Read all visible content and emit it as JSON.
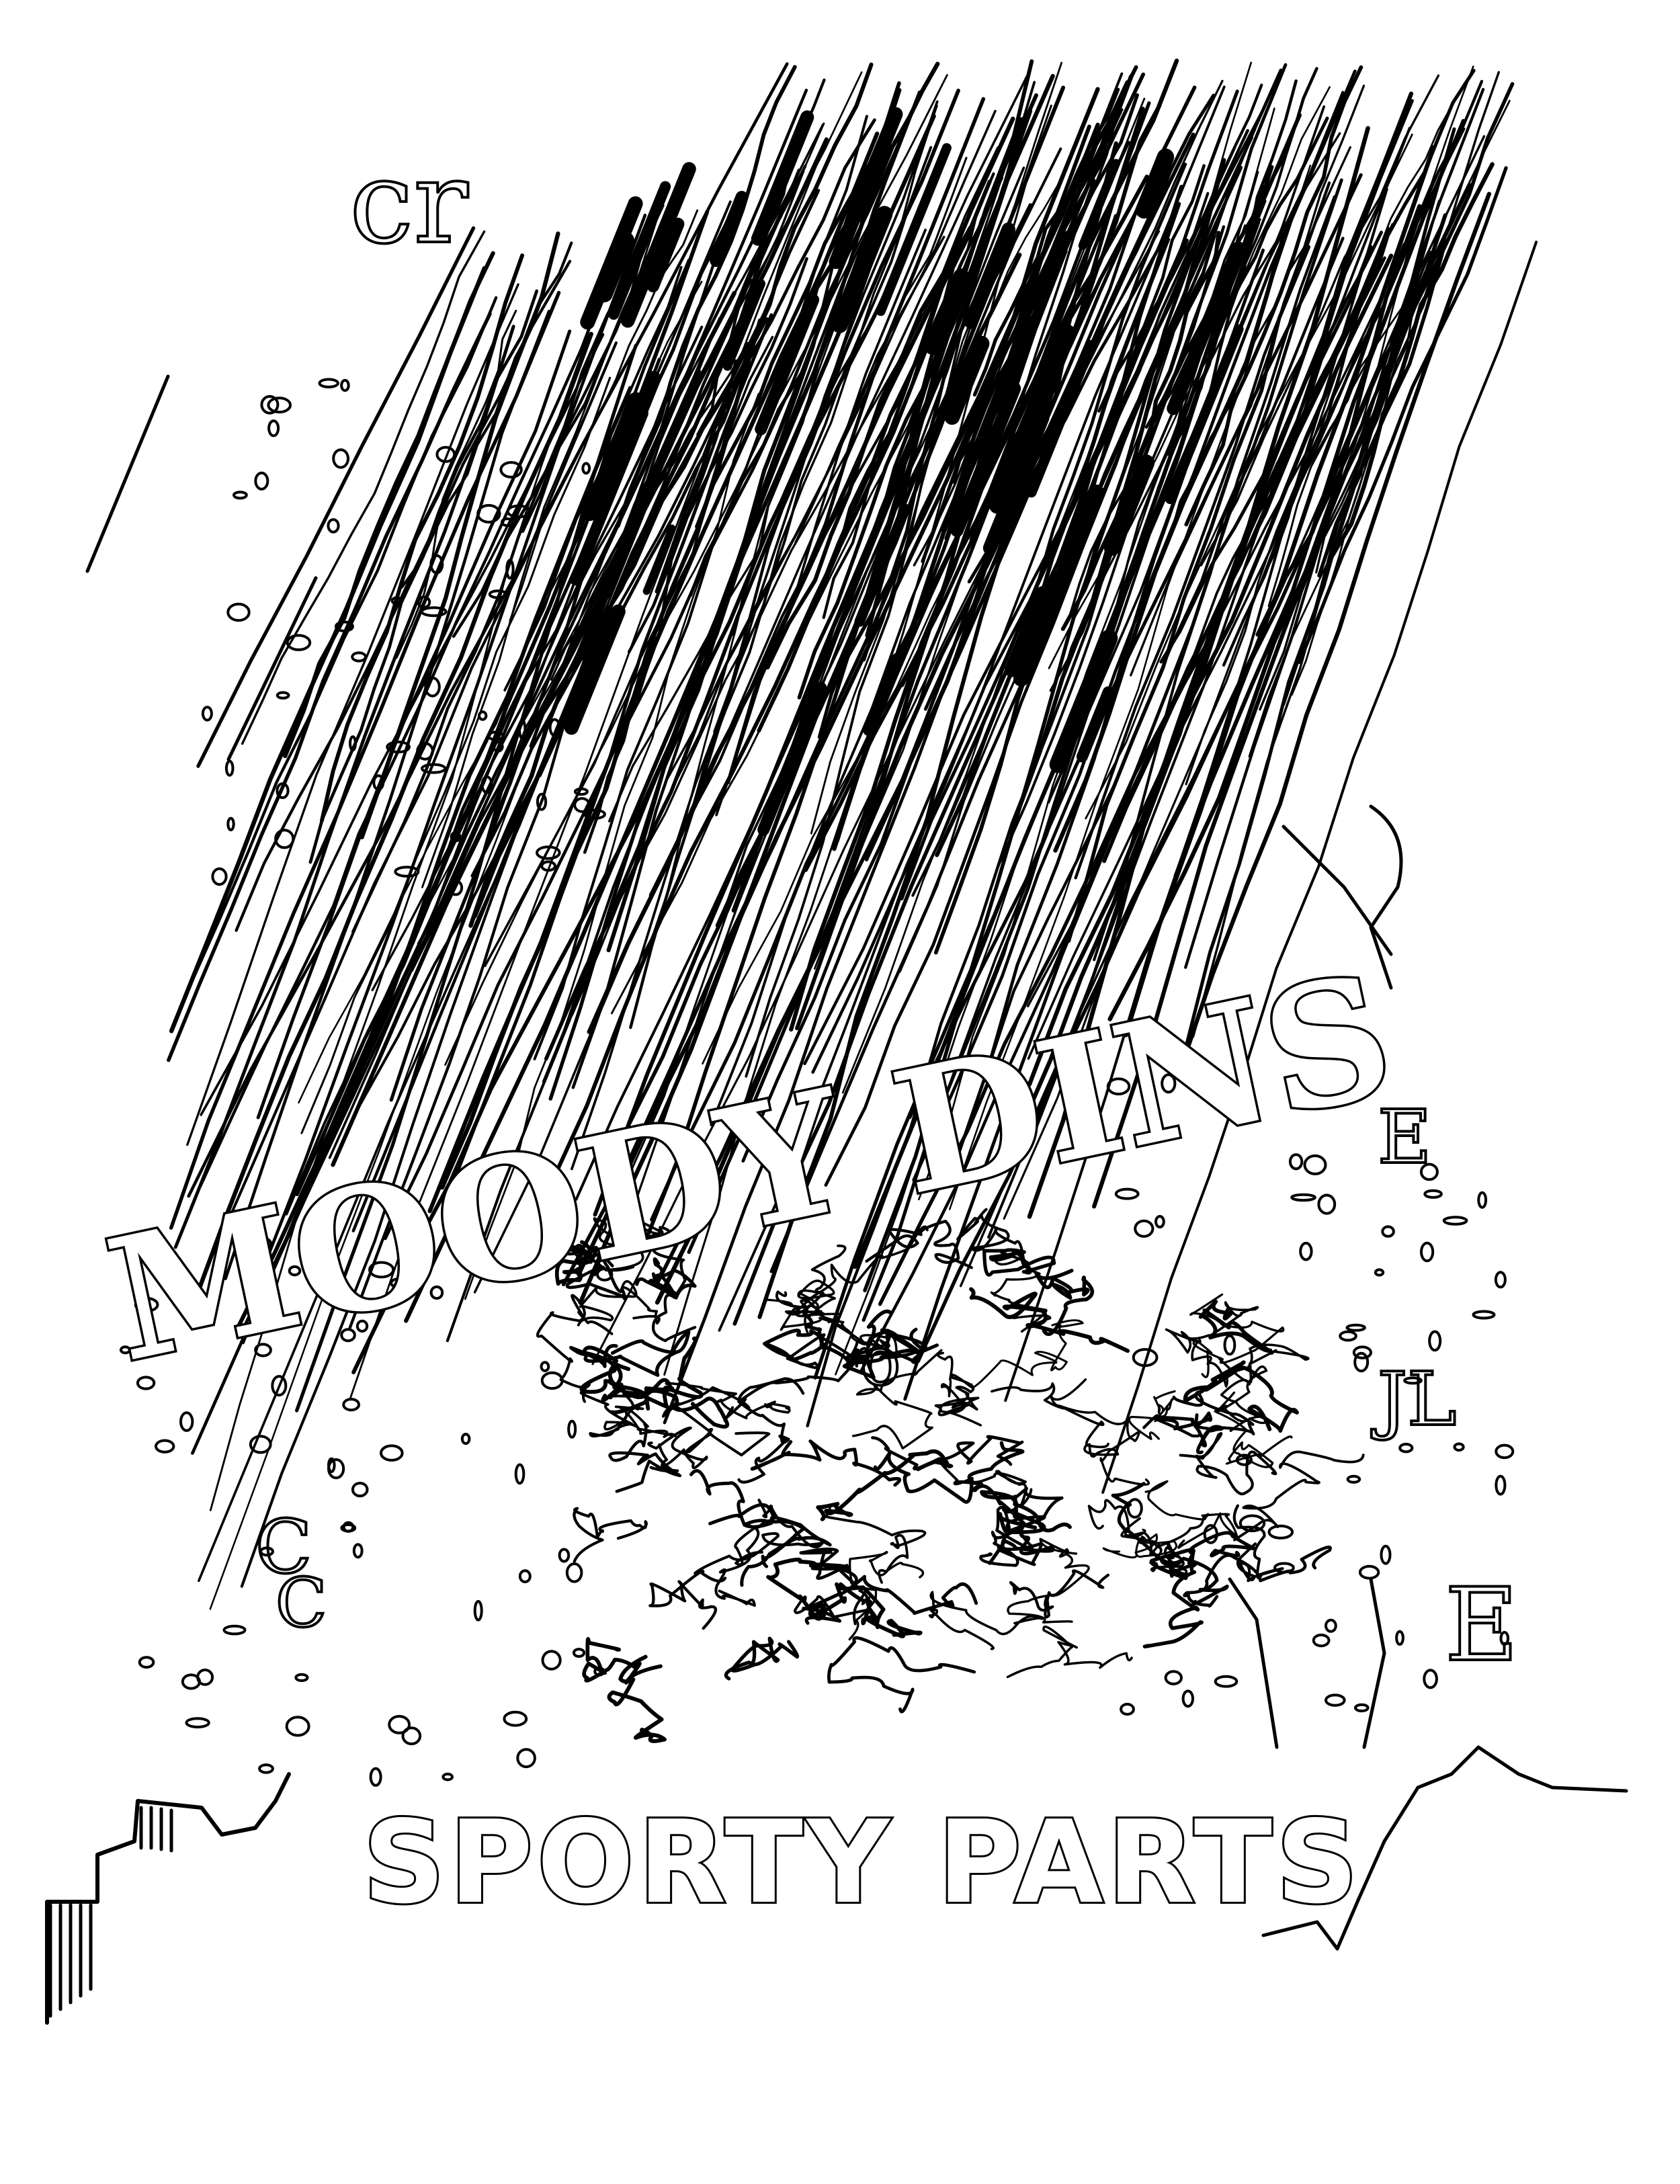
{
  "artwork": {
    "title_text": "MOODY DINS",
    "subtitle_text": "SPORTY PARTS",
    "scattered_glyphs": [
      "cr",
      "E",
      "E",
      "JL",
      "C",
      "C",
      "o"
    ]
  },
  "colors": {
    "ink": "#000000",
    "paper": "#ffffff"
  }
}
